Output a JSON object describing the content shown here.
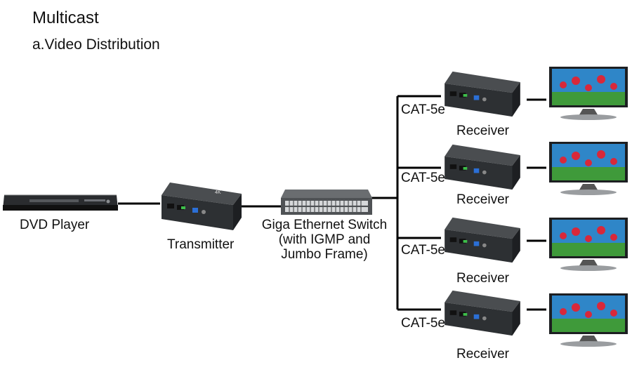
{
  "title": "Multicast",
  "subtitle": "a.Video Distribution",
  "source": {
    "label": "DVD Player",
    "icon": "dvd-player-icon"
  },
  "transmitter": {
    "label": "Transmitter",
    "icon": "extender-transmitter-icon",
    "badge": "4K"
  },
  "switch": {
    "line1": "Giga Ethernet Switch",
    "line2": "(with IGMP and",
    "line3": "Jumbo Frame)",
    "icon": "network-switch-icon"
  },
  "receivers": [
    {
      "label": "Receiver",
      "cable": "CAT-5e",
      "display_icon": "tv-display-icon"
    },
    {
      "label": "Receiver",
      "cable": "CAT-5e",
      "display_icon": "tv-display-icon"
    },
    {
      "label": "Receiver",
      "cable": "CAT-5e",
      "display_icon": "tv-display-icon"
    },
    {
      "label": "Receiver",
      "cable": "CAT-5e",
      "display_icon": "tv-display-icon"
    }
  ],
  "colors": {
    "line": "#000000",
    "device_body": "#3a3d40",
    "switch_body": "#5b5e61",
    "screen_sky": "#2f86c8",
    "flowers": "#d8283a"
  }
}
